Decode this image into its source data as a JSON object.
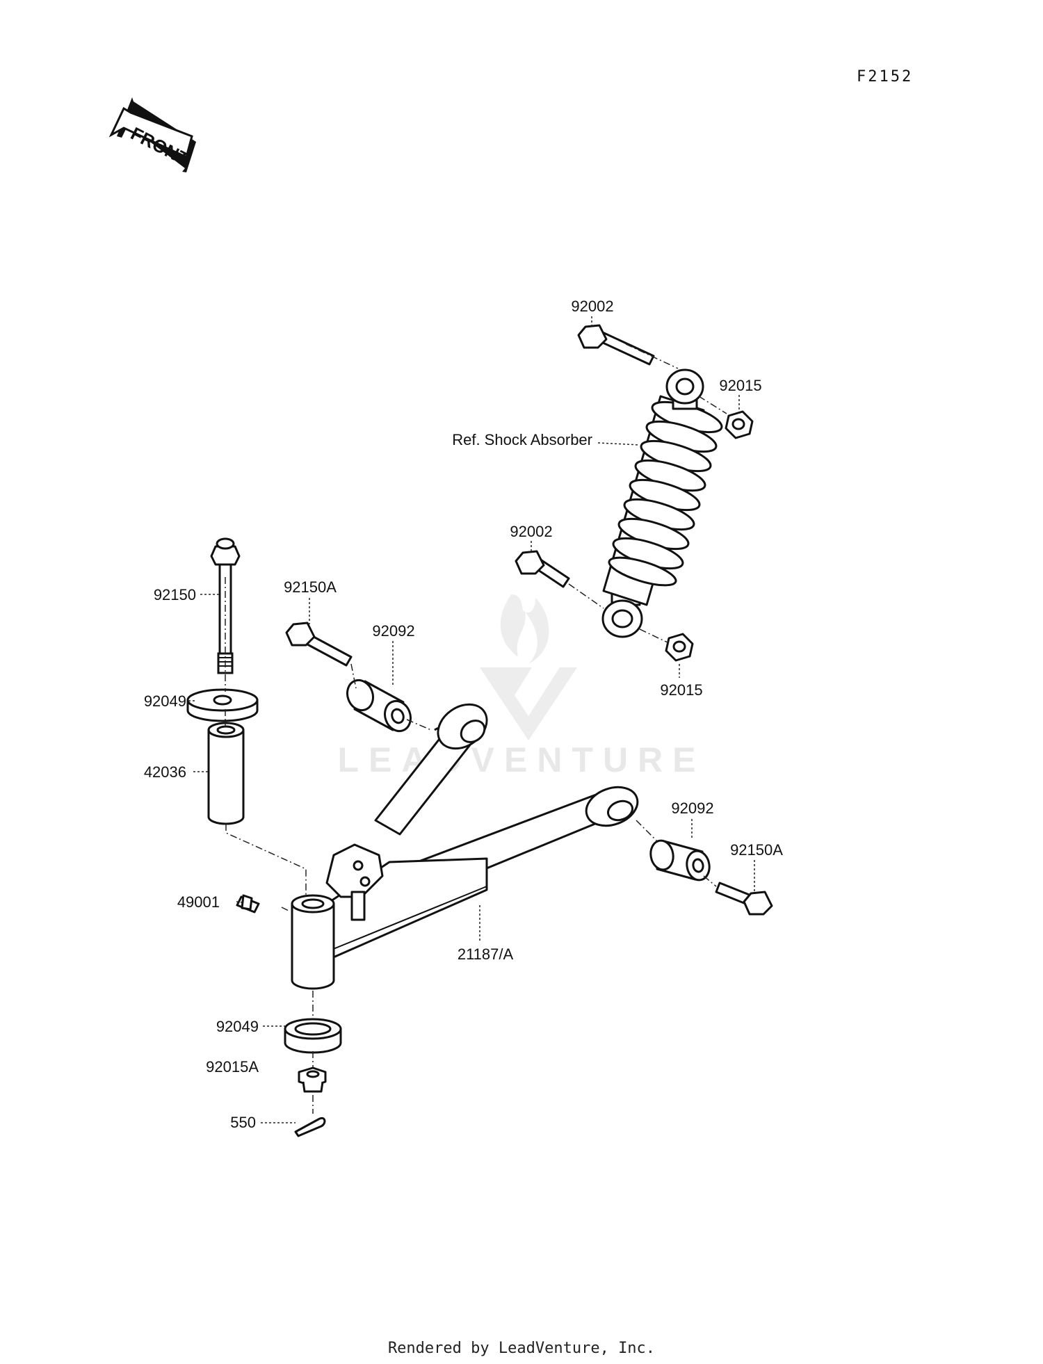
{
  "diagram_code": "F2152",
  "front_label": "FRONT",
  "watermark": "LEADVENTURE",
  "footer": "Rendered by LeadVenture, Inc.",
  "callouts": {
    "bolt_upper": "92002",
    "nut_upper": "92015",
    "shock_ref": "Ref. Shock Absorber",
    "bolt_lower": "92002",
    "nut_lower": "92015",
    "bolt_kingpin": "92150",
    "bolt_pivot_left": "92150A",
    "bushing_left": "92092",
    "seal_upper": "92049",
    "sleeve": "42036",
    "grease_nipple": "49001",
    "arm": "21187/A",
    "bushing_right": "92092",
    "bolt_pivot_right": "92150A",
    "seal_lower": "92049",
    "nut_castle": "92015A",
    "cotter_pin": "550"
  },
  "colors": {
    "line": "#111111",
    "watermark": "#e6e6e6"
  }
}
